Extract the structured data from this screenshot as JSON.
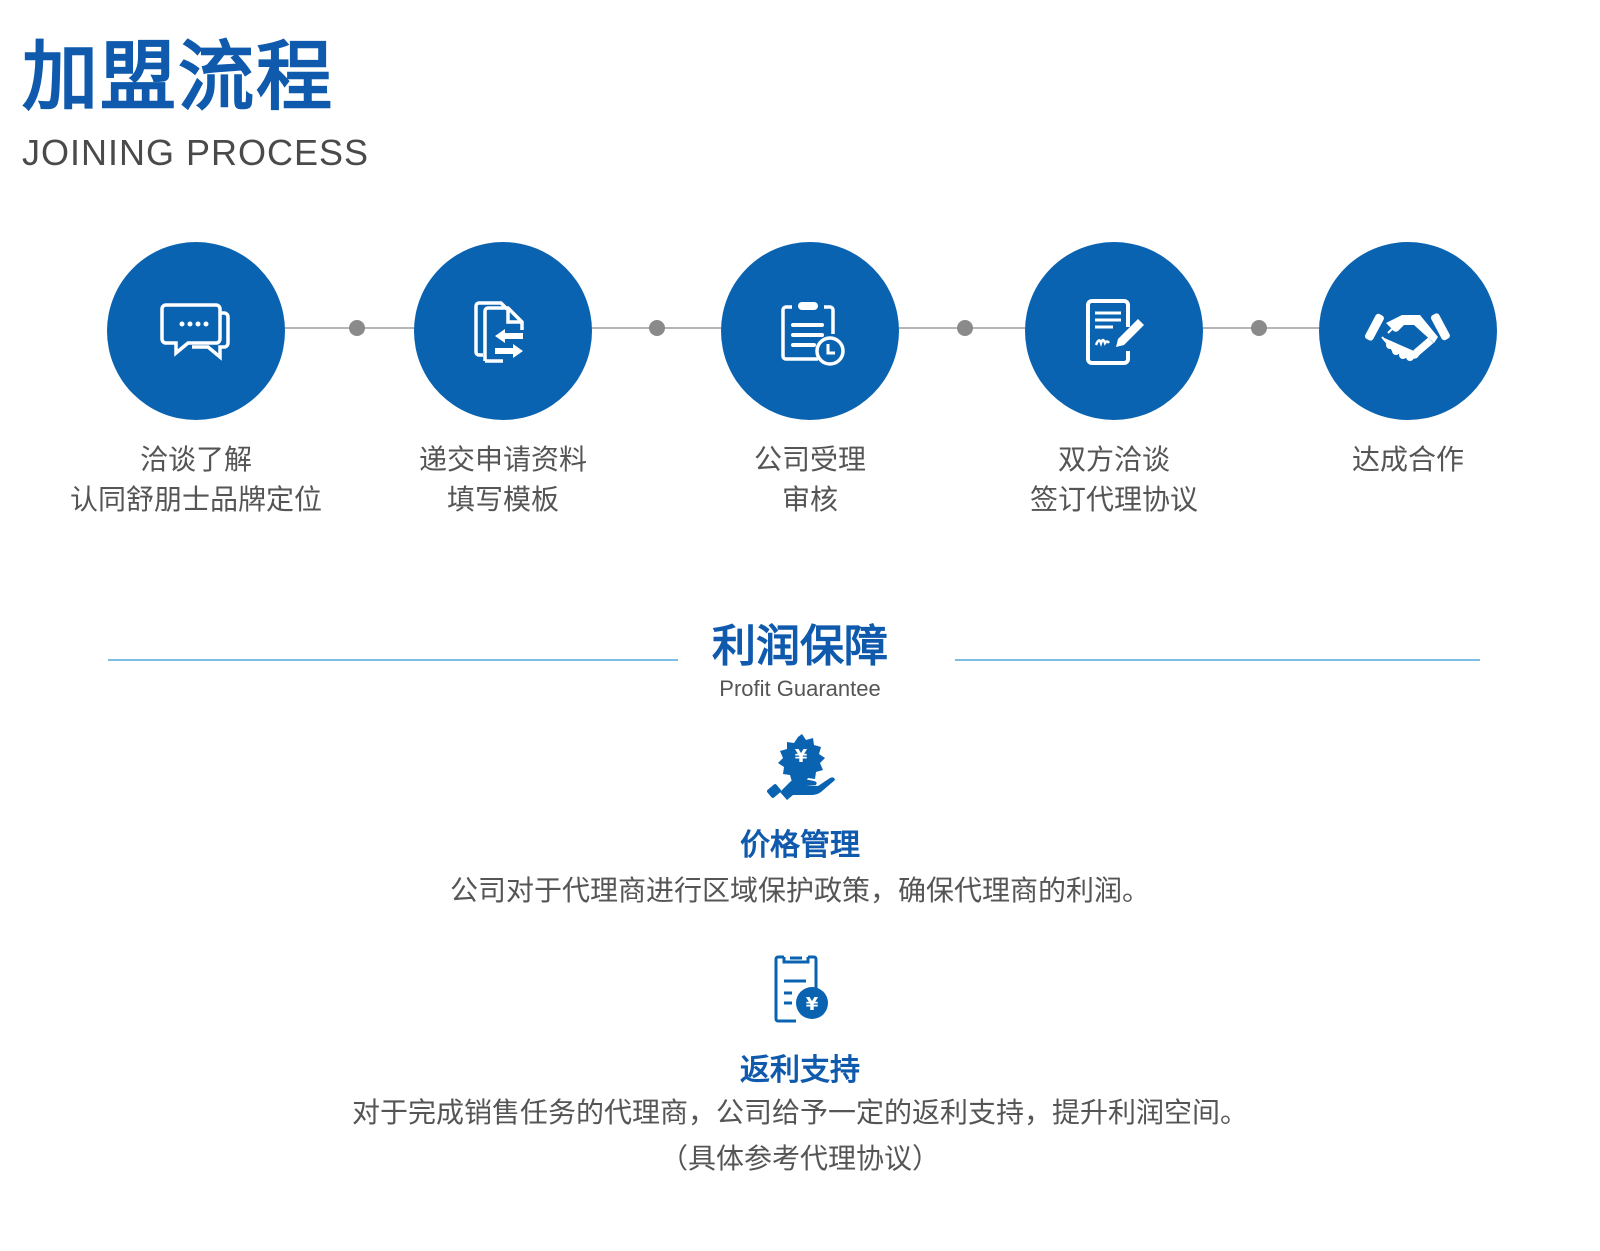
{
  "header": {
    "title_cn": "加盟流程",
    "title_en": "JOINING PROCESS"
  },
  "process": {
    "steps": [
      {
        "icon": "chat-bubbles-icon",
        "line1": "洽谈了解",
        "line2": "认同舒朋士品牌定位"
      },
      {
        "icon": "document-exchange-icon",
        "line1": "递交申请资料",
        "line2": "填写模板"
      },
      {
        "icon": "clipboard-clock-icon",
        "line1": "公司受理",
        "line2": "审核"
      },
      {
        "icon": "contract-sign-icon",
        "line1": "双方洽谈",
        "line2": "签订代理协议"
      },
      {
        "icon": "handshake-icon",
        "line1": "达成合作",
        "line2": ""
      }
    ]
  },
  "profit": {
    "title": "利润保障",
    "subtitle": "Profit Guarantee",
    "features": [
      {
        "icon": "hand-yen-gear-icon",
        "title": "价格管理",
        "desc": "公司对于代理商进行区域保护政策，确保代理商的利润。",
        "note": ""
      },
      {
        "icon": "clipboard-yen-icon",
        "title": "返利支持",
        "desc": "对于完成销售任务的代理商，公司给予一定的返利支持，提升利润空间。",
        "note": "（具体参考代理协议）"
      }
    ]
  },
  "colors": {
    "brand_blue": "#0a63b0",
    "title_blue": "#0f5aad",
    "text_gray": "#555555",
    "divider_blue": "#7fbde6",
    "connector_gray": "#b5b5b5"
  }
}
